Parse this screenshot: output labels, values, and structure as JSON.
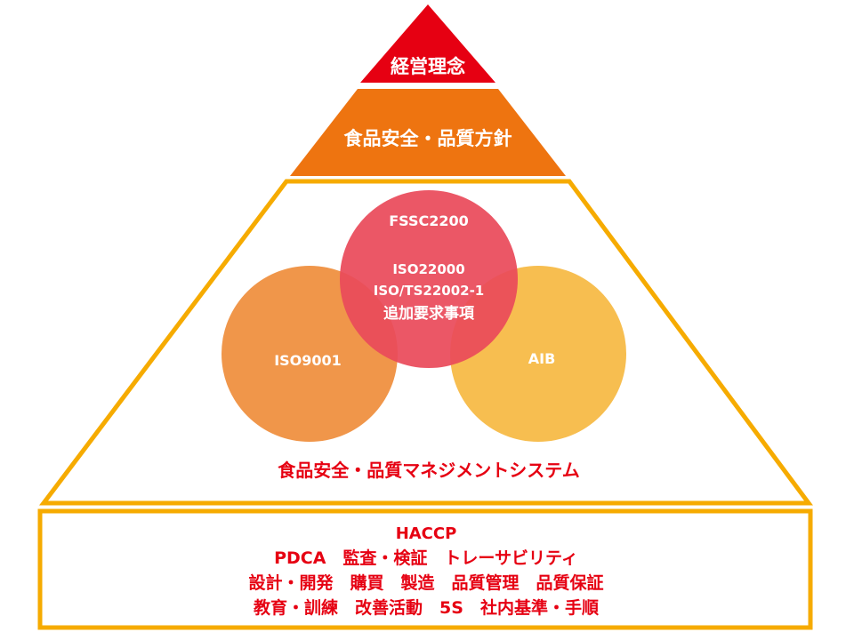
{
  "colors": {
    "top_tier": "#e60012",
    "second_tier": "#ee7410",
    "outline": "#f6ab00",
    "iso9001_circle": "#f0964a",
    "fssc_circle": "#ea4a5a",
    "aib_circle": "#f7be50",
    "label_red": "#e60012",
    "label_white": "#ffffff"
  },
  "pyramid": {
    "top_label": "経営理念",
    "policy_label": "食品安全・品質方針",
    "system_label": "食品安全・品質マネジメントシステム"
  },
  "circles": {
    "fssc": {
      "title": "FSSC2200",
      "lines": [
        "ISO22000",
        "ISO/TS22002-1",
        "追加要求事項"
      ]
    },
    "iso9001": {
      "title": "ISO9001"
    },
    "aib": {
      "title": "AIB"
    }
  },
  "foundation": {
    "lines": [
      "HACCP",
      "PDCA　監査・検証　トレーサビリティ",
      "設計・開発　購買　製造　品質管理　品質保証",
      "教育・訓練　改善活動　5S　社内基準・手順"
    ]
  }
}
